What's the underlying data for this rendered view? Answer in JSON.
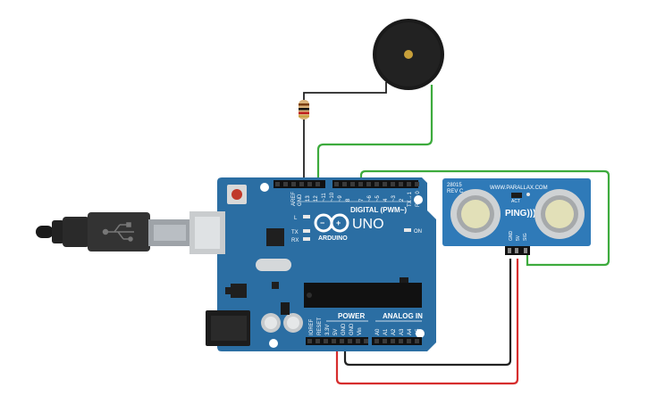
{
  "arduino": {
    "brand": "ARDUINO",
    "model": "UNO",
    "digital_label": "DIGITAL (PWM~)",
    "power_label": "POWER",
    "analog_label": "ANALOG IN",
    "on_label": "ON",
    "led_l": "L",
    "led_tx": "TX",
    "led_rx": "RX",
    "aref": "AREF",
    "gnd_top": "GND",
    "pin13": "13",
    "pin12": "12",
    "pin11": "~11",
    "pin10": "~10",
    "pin9": "~9",
    "pin8": "8",
    "pin7": "7",
    "pin6": "~6",
    "pin5": "~5",
    "pin4": "4",
    "pin3": "~3",
    "pin2": "2",
    "pin1": "TX→1",
    "pin0": "RX←0",
    "ioref": "IOREF",
    "reset": "RESET",
    "v33": "3.3V",
    "v5": "5V",
    "gnd1": "GND",
    "gnd2": "GND",
    "vin": "Vin",
    "a0": "A0",
    "a1": "A1",
    "a2": "A2",
    "a3": "A3",
    "a4": "A4",
    "a5": "A5"
  },
  "sensor": {
    "part_number": "28015",
    "revision": "REV C",
    "url": "WWW.PARALLAX.COM",
    "brand": "PING)))",
    "act_label": "ACT",
    "pin_gnd": "GND",
    "pin_5v": "5V",
    "pin_sig": "SIG"
  },
  "colors": {
    "board": "#2b6ea3",
    "sensor_board": "#2f7ab8",
    "wire_green": "#3dab3d",
    "wire_red": "#d62d2d",
    "wire_black": "#222222",
    "buzzer": "#1a1a1a",
    "buzzer_center": "#c8a03a"
  }
}
